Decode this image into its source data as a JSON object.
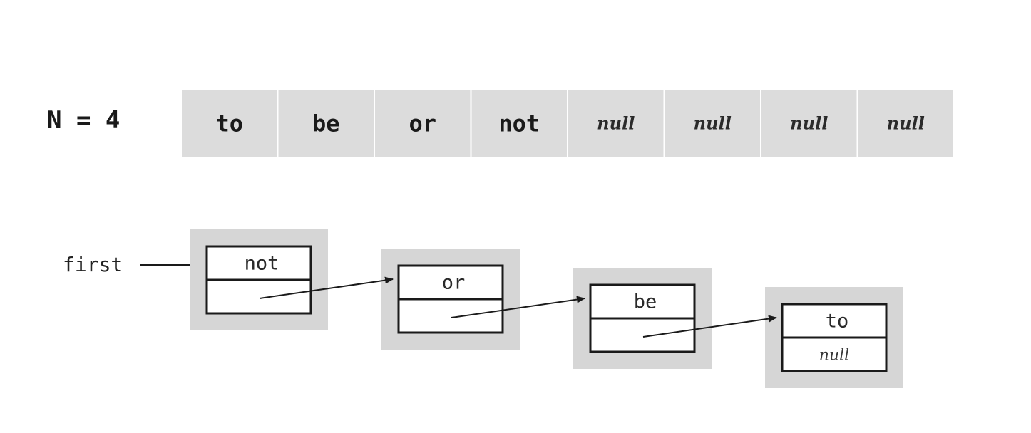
{
  "array": {
    "size_label": "N = 4",
    "cells": [
      {
        "text": "to",
        "is_null": false
      },
      {
        "text": "be",
        "is_null": false
      },
      {
        "text": "or",
        "is_null": false
      },
      {
        "text": "not",
        "is_null": false
      },
      {
        "text": "null",
        "is_null": true
      },
      {
        "text": "null",
        "is_null": true
      },
      {
        "text": "null",
        "is_null": true
      },
      {
        "text": "null",
        "is_null": true
      }
    ]
  },
  "linked_list": {
    "head_label": "first",
    "nodes": [
      {
        "item": "not",
        "next": ""
      },
      {
        "item": "or",
        "next": ""
      },
      {
        "item": "be",
        "next": ""
      },
      {
        "item": "to",
        "next": "null"
      }
    ]
  },
  "colors": {
    "cell_fill": "#dcdcdc",
    "cell_border": "#ffffff",
    "node_shadow": "#d6d6d6",
    "node_fill": "#ffffff",
    "stroke": "#1a1a1a",
    "text": "#1a1a1a",
    "label_text": "#222222",
    "null_text": "#2a2a2a"
  }
}
